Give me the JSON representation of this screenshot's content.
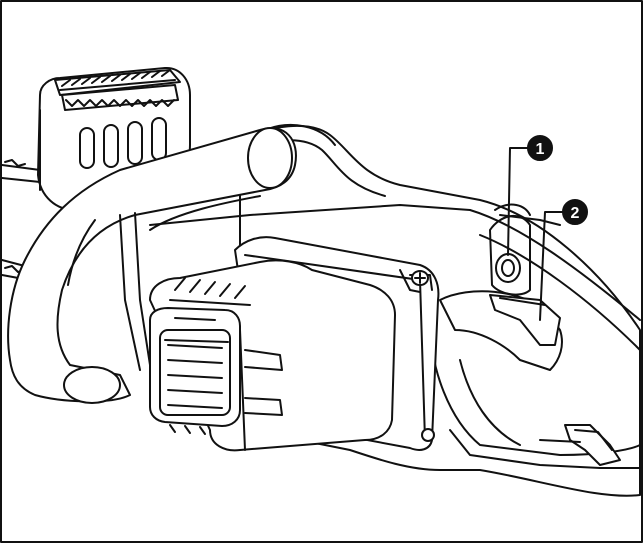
{
  "figure": {
    "kind": "line-drawing",
    "subject": "chainsaw-rear-handle-battery",
    "colors": {
      "stroke": "#111111",
      "fill": "#ffffff",
      "callout": "#111111",
      "callout_text": "#ffffff"
    }
  },
  "callouts": [
    {
      "id": "callout-1",
      "label": "1"
    },
    {
      "id": "callout-2",
      "label": "2"
    }
  ]
}
